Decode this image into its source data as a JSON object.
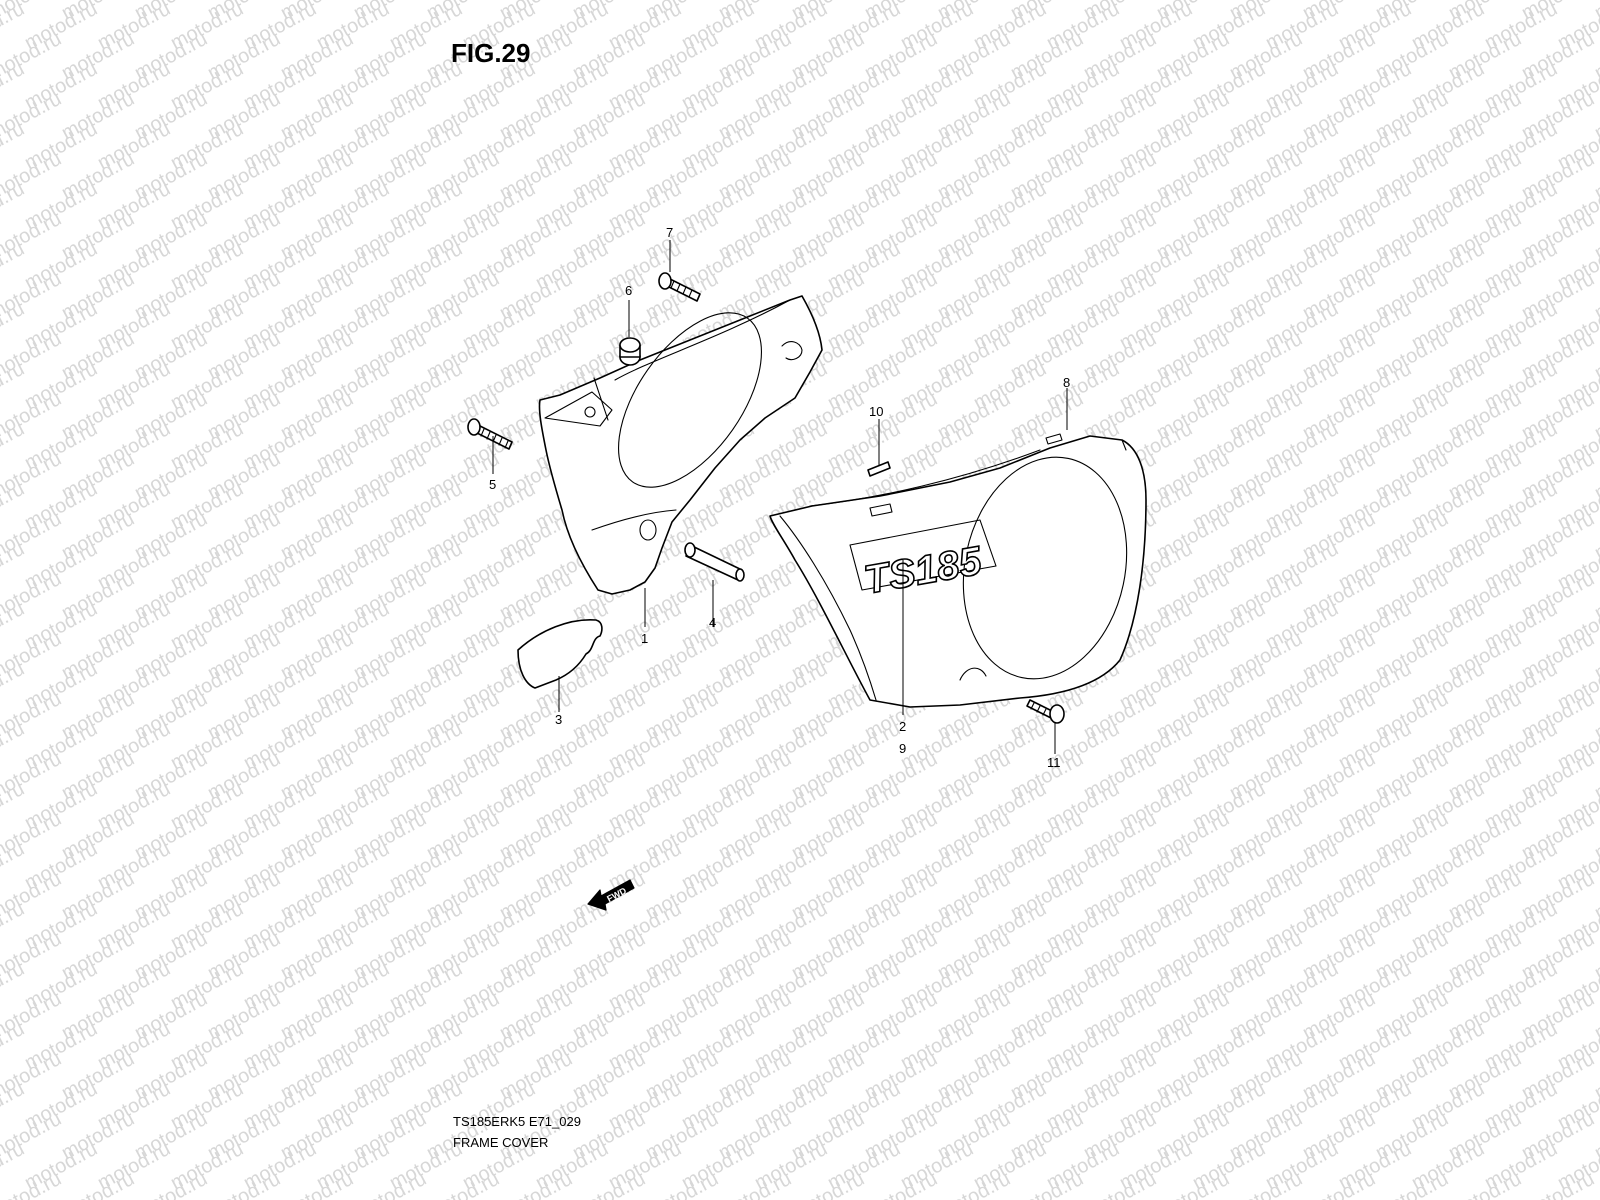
{
  "figure": {
    "title": "FIG.29",
    "watermark": "motod.ru",
    "code": "TS185ERK5 E71_029",
    "name": "FRAME COVER"
  },
  "callouts": [
    "1",
    "2",
    "3",
    "4",
    "5",
    "6",
    "7",
    "8",
    "9",
    "10",
    "11"
  ],
  "logo_text": "TS185",
  "fwd_label": "FWD",
  "colors": {
    "line": "#000000",
    "watermark": "#d7d7d7",
    "background": "#ffffff"
  }
}
